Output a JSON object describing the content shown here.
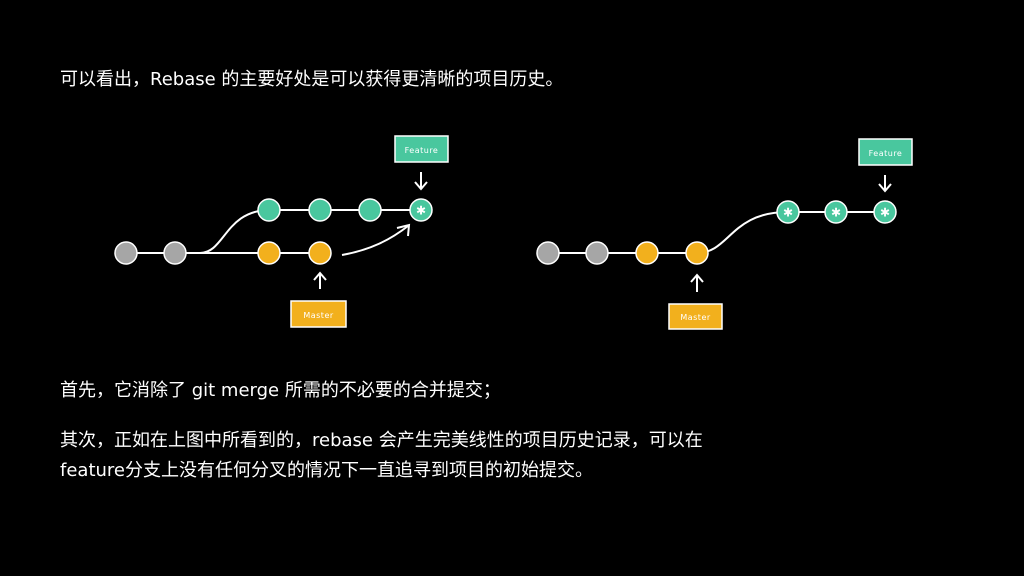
{
  "text": {
    "intro": "可以看出，Rebase 的主要好处是可以获得更清晰的项目历史。",
    "point1": "首先，它消除了 git merge 所需的不必要的合并提交；",
    "point2_line1": "其次，正如在上图中所看到的，rebase 会产生完美线性的项目历史记录，可以在",
    "point2_line2": "feature分支上没有任何分叉的情况下一直追寻到项目的初始提交。"
  },
  "diagram": {
    "left": {
      "feature_label": "Feature",
      "master_label": "Master"
    },
    "right": {
      "feature_label": "Feature",
      "master_label": "Master"
    }
  },
  "colors": {
    "background": "#000000",
    "gray_commit": "#a6a6a6",
    "master_commit": "#f2b01d",
    "feature_commit": "#49c79e",
    "line": "#ffffff"
  }
}
